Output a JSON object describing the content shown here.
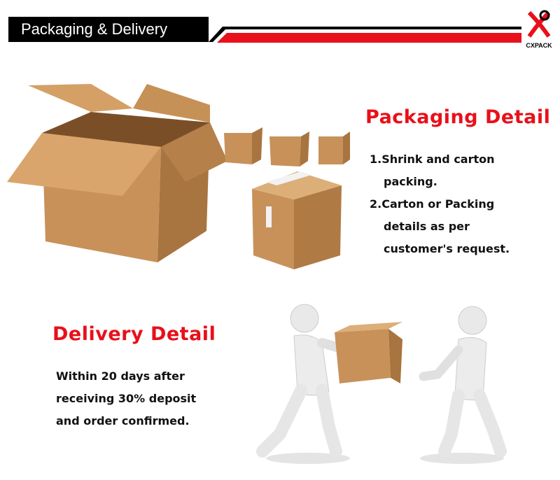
{
  "header": {
    "title": "Packaging & Delivery",
    "logo_text": "CXPACK"
  },
  "packaging": {
    "title": "Packaging Detail",
    "items": [
      {
        "line1": "1.Shrink and carton",
        "line2": "packing."
      },
      {
        "line1": "2.Carton or Packing",
        "line2": "details as per",
        "line3": "customer's request."
      }
    ]
  },
  "delivery": {
    "title": "Delivery Detail",
    "lines": [
      "Within 20 days after",
      "receiving 30% deposit",
      "and order confirmed."
    ]
  },
  "colors": {
    "accent": "#e8101a",
    "cardboard": "#c8945a"
  }
}
